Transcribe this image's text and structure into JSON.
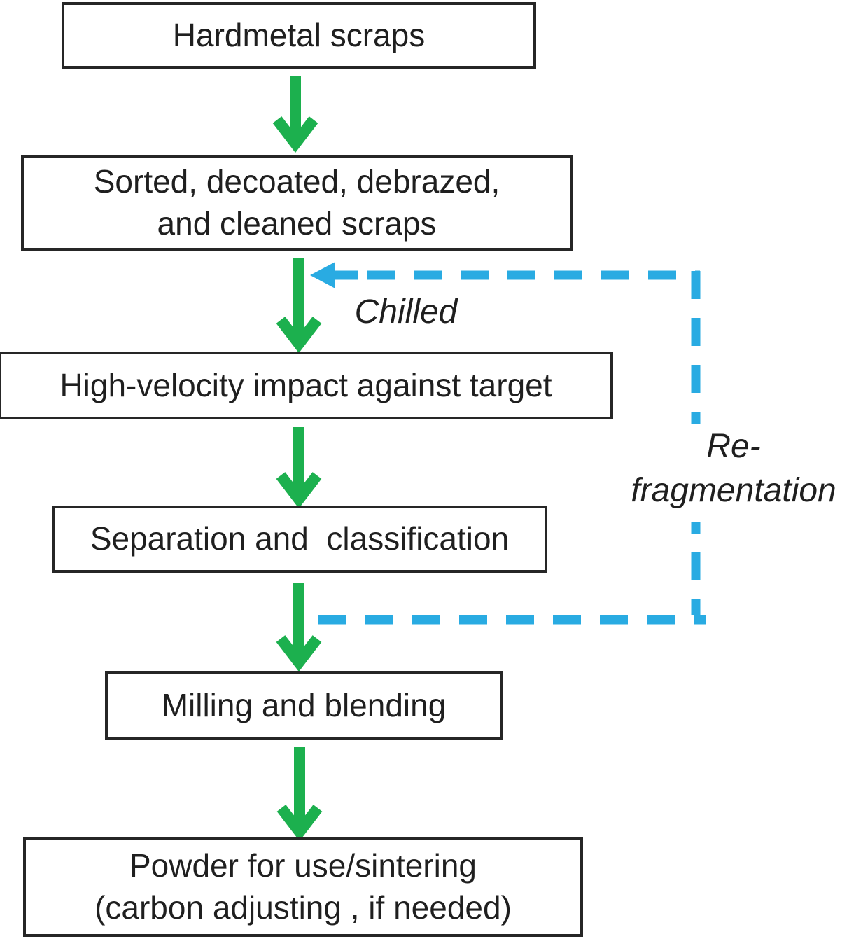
{
  "diagram": {
    "boxes": [
      {
        "id": "hardmetal",
        "label": "Hardmetal scraps"
      },
      {
        "id": "sorted",
        "label": "Sorted, decoated, debrazed,\nand cleaned scraps"
      },
      {
        "id": "impact",
        "label": "High-velocity impact against target"
      },
      {
        "id": "separation",
        "label": "Separation and  classification"
      },
      {
        "id": "milling",
        "label": "Milling and blending"
      },
      {
        "id": "powder",
        "label": "Powder for use/sintering\n(carbon adjusting , if needed)"
      }
    ],
    "annotations": {
      "chilled": "Chilled",
      "refragmentation": "Re-\nfragmentation"
    },
    "colors": {
      "arrow_green": "#1CB04E",
      "dashed_blue": "#29ABE2",
      "box_border": "#262626",
      "text": "#1f1f1f"
    }
  }
}
